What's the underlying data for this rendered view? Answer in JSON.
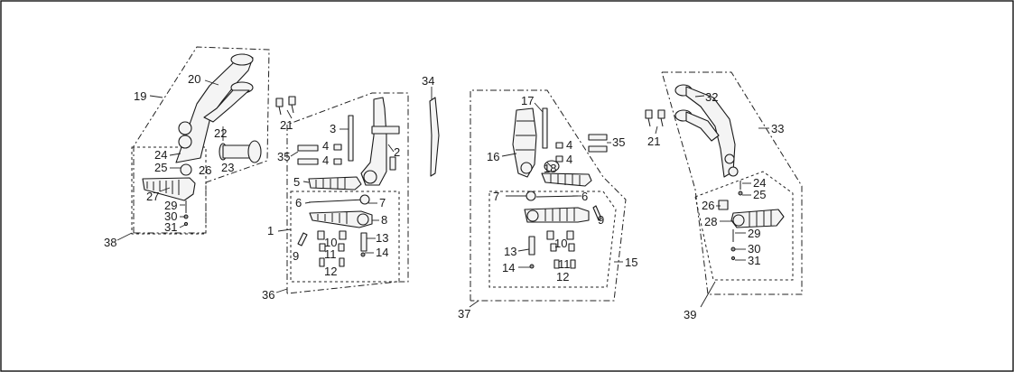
{
  "diagram": {
    "callouts": {
      "c38": "38",
      "c19": "19",
      "c20": "20",
      "c22": "22",
      "c23": "23",
      "c24a": "24",
      "c25a": "25",
      "c26a": "26",
      "c27": "27",
      "c29a": "29",
      "c30a": "30",
      "c31a": "31",
      "c21a": "21",
      "c3": "3",
      "c2": "2",
      "c35a": "35",
      "c4a": "4",
      "c4b": "4",
      "c5": "5",
      "c6a": "6",
      "c7a": "7",
      "c8": "8",
      "c1": "1",
      "c9a": "9",
      "c10a": "10",
      "c11a": "11",
      "c12a": "12",
      "c13a": "13",
      "c14a": "14",
      "c36": "36",
      "c34": "34",
      "c17": "17",
      "c16": "16",
      "c18": "18",
      "c35b": "35",
      "c4c": "4",
      "c4d": "4",
      "c7b": "7",
      "c6b": "6",
      "c9b": "9",
      "c13b": "13",
      "c10b": "10",
      "c11b": "11",
      "c14b": "14",
      "c12b": "12",
      "c15": "15",
      "c37": "37",
      "c32": "32",
      "c21b": "21",
      "c33": "33",
      "c24b": "24",
      "c25b": "25",
      "c26b": "26",
      "c28": "28",
      "c29b": "29",
      "c30b": "30",
      "c31b": "31",
      "c39": "39"
    }
  }
}
